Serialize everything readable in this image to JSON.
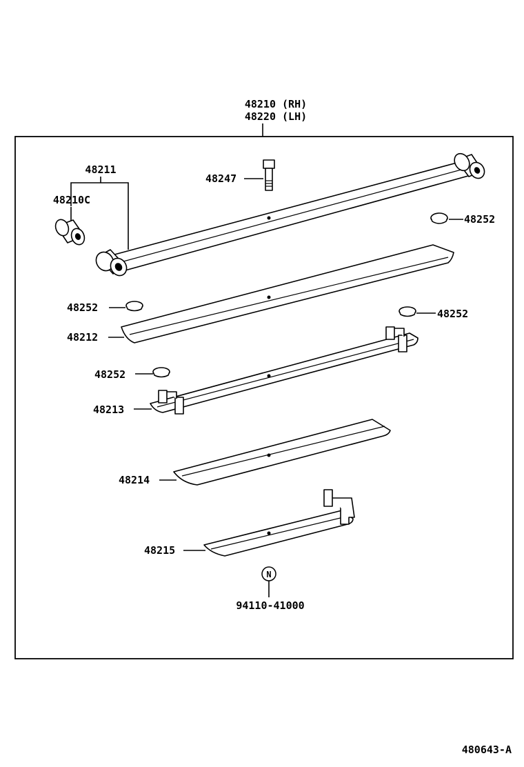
{
  "diagram": {
    "assembly_label_rh": "48210 (RH)",
    "assembly_label_lh": "48220 (LH)",
    "figure_code": "480643-A",
    "parts": {
      "bushing_assy": "48211",
      "bushing": "48210C",
      "center_bolt": "48247",
      "insulator_top_right": "48252",
      "insulator_left_upper": "48252",
      "insulator_right_mid": "48252",
      "insulator_left_lower": "48252",
      "leaf_no2": "48212",
      "leaf_no3": "48213",
      "leaf_no4": "48214",
      "leaf_no5": "48215",
      "nut": "94110-41000"
    },
    "nut_symbol": "N"
  }
}
